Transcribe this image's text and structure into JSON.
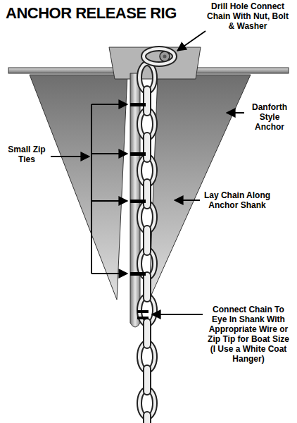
{
  "diagram": {
    "title": "ANCHOR RELEASE RIG",
    "labels": [
      "Drill Hole Connect Chain With Nut, Bolt & Washer",
      "Danforth Style Anchor",
      "Small Zip Ties",
      "Lay Chain Along Anchor Shank",
      "Connect Chain To Eye In Shank With Appropriate Wire or Zip Tip for Boat Size (I Use a White Coat Hanger)"
    ]
  }
}
